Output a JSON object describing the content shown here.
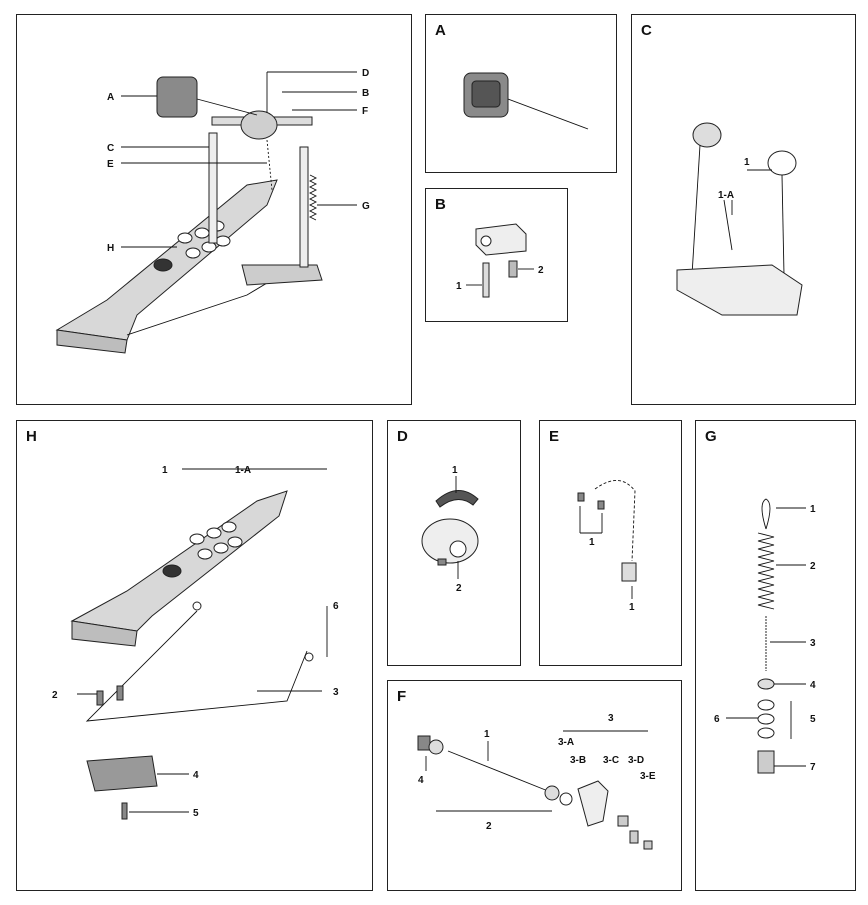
{
  "panels": {
    "main": {
      "labels": {
        "a": "A",
        "b": "B",
        "c": "C",
        "d": "D",
        "e": "E",
        "f": "F",
        "g": "G",
        "h": "H"
      }
    },
    "a": {
      "title": "A"
    },
    "b": {
      "title": "B",
      "labels": {
        "p1": "1",
        "p2": "2"
      }
    },
    "c": {
      "title": "C",
      "labels": {
        "p1": "1",
        "p1a": "1-A"
      }
    },
    "h": {
      "title": "H",
      "labels": {
        "p1": "1",
        "p1a": "1-A",
        "p2": "2",
        "p3": "3",
        "p4": "4",
        "p5": "5",
        "p6": "6"
      }
    },
    "d": {
      "title": "D",
      "labels": {
        "p1": "1",
        "p2": "2"
      }
    },
    "e": {
      "title": "E",
      "labels": {
        "p1a": "1",
        "p1b": "1"
      }
    },
    "f": {
      "title": "F",
      "labels": {
        "p1": "1",
        "p2": "2",
        "p3": "3",
        "p3a": "3-A",
        "p3b": "3-B",
        "p3c": "3-C",
        "p3d": "3-D",
        "p3e": "3-E",
        "p4": "4"
      }
    },
    "g": {
      "title": "G",
      "labels": {
        "p1": "1",
        "p2": "2",
        "p3": "3",
        "p4": "4",
        "p5": "5",
        "p6": "6",
        "p7": "7"
      }
    }
  },
  "colors": {
    "line": "#111111",
    "metal": "#dddddd",
    "dark": "#555555",
    "fill": "#ffffff"
  }
}
